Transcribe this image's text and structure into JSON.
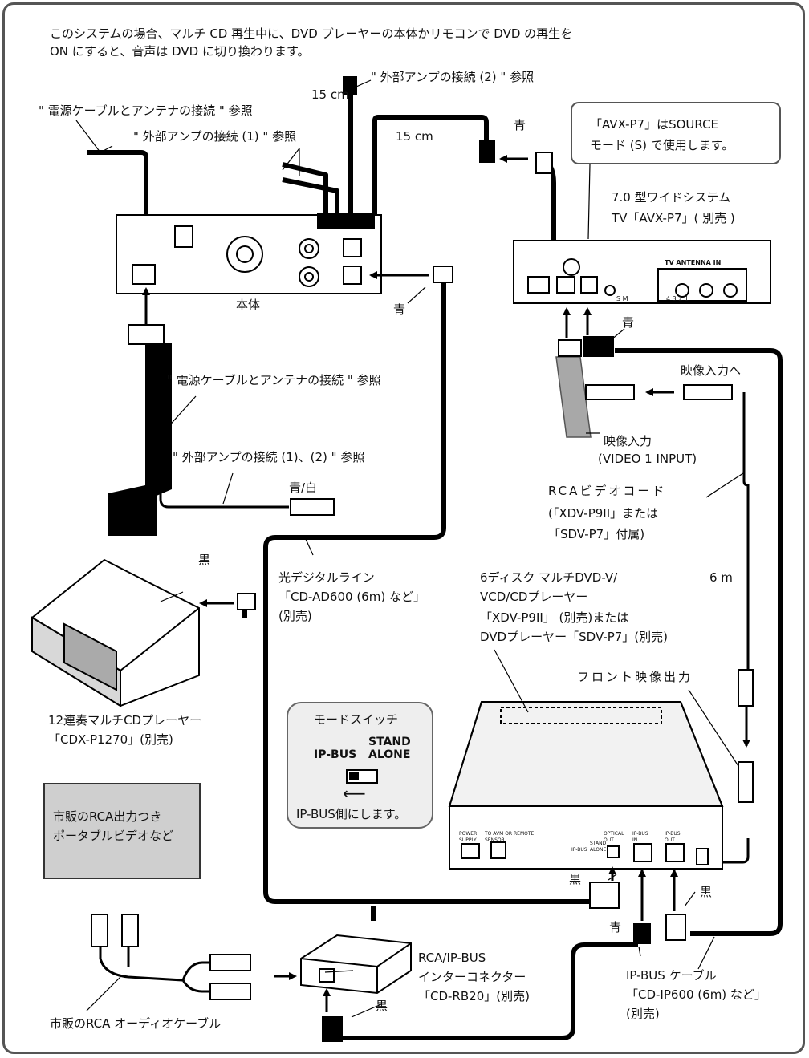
{
  "header": {
    "line1": "このシステムの場合、マルチ CD 再生中に、DVD プレーヤーの本体かリモコンで DVD の再生を",
    "line2": "ON にすると、音声は DVD に切り換わります。"
  },
  "labels": {
    "len_15cm_top": "15 cm",
    "ext_amp_2": "\" 外部アンプの接続 (2) \" 参照",
    "power_antenna_top": "\" 電源ケーブルとアンテナの接続 \" 参照",
    "ext_amp_1": "\" 外部アンプの接続 (1) \" 参照",
    "len_15cm_mid": "15 cm",
    "blue_top": "青",
    "main_unit": "本体",
    "blue_main": "青",
    "power_antenna_mid": "\" 電源ケーブルとアンテナの接続 \" 参照",
    "ext_amp_12": "\" 外部アンプの接続 (1)、(2) \" 参照",
    "blue_white": "青/白",
    "black_cdx": "黒",
    "optical_line_1": "光デジタルライン",
    "optical_line_2": "「CD-AD600 (6m) など」",
    "optical_line_3": "(別売)",
    "cdx_1": "12連奏マルチCDプレーヤー",
    "cdx_2": "「CDX-P1270」(別売)",
    "tv_1": "7.0 型ワイドシステム",
    "tv_2": "TV「AVX-P7」( 別売 )",
    "blue_tv": "青",
    "video_in_to": "映像入力へ",
    "video_in": "映像入力",
    "video1_input": "(VIDEO 1 INPUT)",
    "rca_cord_1": "RCAビデオコード",
    "rca_cord_2": "(「XDV-P9II」または",
    "rca_cord_3": "「SDV-P7」付属)",
    "len_6m": "6 m",
    "dvd_1": "6ディスク マルチDVD-V/",
    "dvd_2": "VCD/CDプレーヤー",
    "dvd_3": "「XDV-P9II」 (別売)または",
    "dvd_4": "DVDプレーヤー「SDV-P7」(別売)",
    "front_video_out": "フロント映像出力",
    "black_opt": "黒",
    "blue_ipbus_in": "青",
    "black_ipbus_out": "黒",
    "black_rb20": "黒",
    "rb20_1": "RCA/IP-BUS",
    "rb20_2": "インターコネクター",
    "rb20_3": "「CD-RB20」(別売)",
    "ipbus_cable_1": "IP-BUS ケーブル",
    "ipbus_cable_2": "「CD-IP600 (6m) など」",
    "ipbus_cable_3": "(別売)",
    "rca_audio_cable": "市販のRCA オーディオケーブル"
  },
  "avx_callout": {
    "line1": "「AVX-P7」はSOURCE",
    "line2": "モード (S) で使用します。"
  },
  "mode_switch": {
    "title": "モードスイッチ",
    "ipbus": "IP-BUS",
    "stand": "STAND",
    "alone": "ALONE",
    "instruction": "IP-BUS側にします。"
  },
  "rca_box": {
    "line1": "市販のRCA出力つき",
    "line2": "ポータブルビデオなど"
  },
  "panel_text": {
    "tv_antenna_in": "TV ANTENNA IN",
    "sm": "S  M",
    "antenna_nums": "4    3    2    1",
    "power_supply": "POWER SUPPLY",
    "to_avm": "TO AVM OR REMOTE SENSOR",
    "optical_out": "OPTICAL OUT",
    "ipbus_in": "IP-BUS IN",
    "ipbus_out": "IP-BUS OUT",
    "ipbus_small": "IP-BUS",
    "stand_alone_small": "STAND ALONE"
  }
}
